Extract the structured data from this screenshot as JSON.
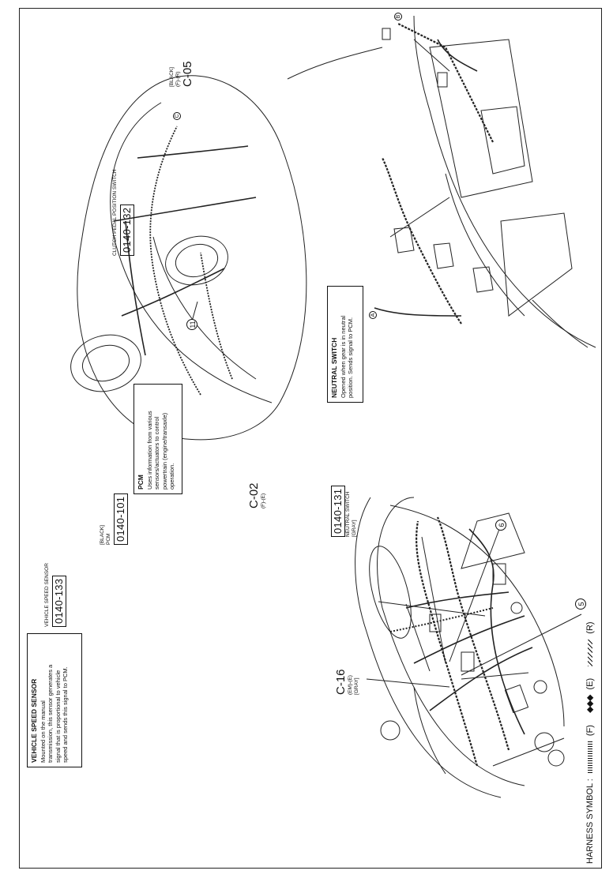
{
  "header": {
    "harness_symbol_label": "HARNESS SYMBOL :",
    "front_label": "(F)",
    "engine_symbol": "◆◆◆",
    "engine_label": "(E)",
    "rear_label": "(R)"
  },
  "connectors": {
    "c05": {
      "id": "C-05",
      "note": "(F)-(R)",
      "color": "[BLACK]"
    },
    "c02": {
      "id": "C-02",
      "note": "(F)-(E)"
    },
    "c16": {
      "id": "C-16",
      "note": "(EM)-(E)",
      "color": "[GRAY]"
    }
  },
  "components": {
    "clutch": {
      "code": "0140-132",
      "label": "CLUTCH PEDAL POSITION SWITCH"
    },
    "pcm": {
      "code": "0140-101",
      "label": "PCM",
      "color": "[BLACK]"
    },
    "neutral": {
      "code": "0140-131",
      "label": "NEUTRAL SWITCH",
      "color": "[GRAY]"
    },
    "vss": {
      "code": "0140-133",
      "label": "VEHICLE SPEED SENSOR"
    }
  },
  "info_boxes": {
    "vss": {
      "title": "VEHICLE SPEED SENSOR",
      "lines": [
        "Mounted on the manual",
        "transmission, this sensor generates a",
        "signal that is proportional to vehicle",
        "speed and sends this signal to PCM."
      ]
    },
    "pcm": {
      "title": "PCM",
      "lines": [
        "Uses information from various",
        "sensors/actuators to control",
        "powertrain (engine/transaxle)",
        "operation."
      ]
    },
    "neutral": {
      "title": "NEUTRAL SWITCH",
      "lines": [
        "Opened when gear is in neutral",
        "position. Sends signal to PCM."
      ]
    }
  },
  "callouts": {
    "five": "5",
    "six": "6",
    "eleven": "11",
    "a": "A",
    "b": "B",
    "c": "C"
  }
}
